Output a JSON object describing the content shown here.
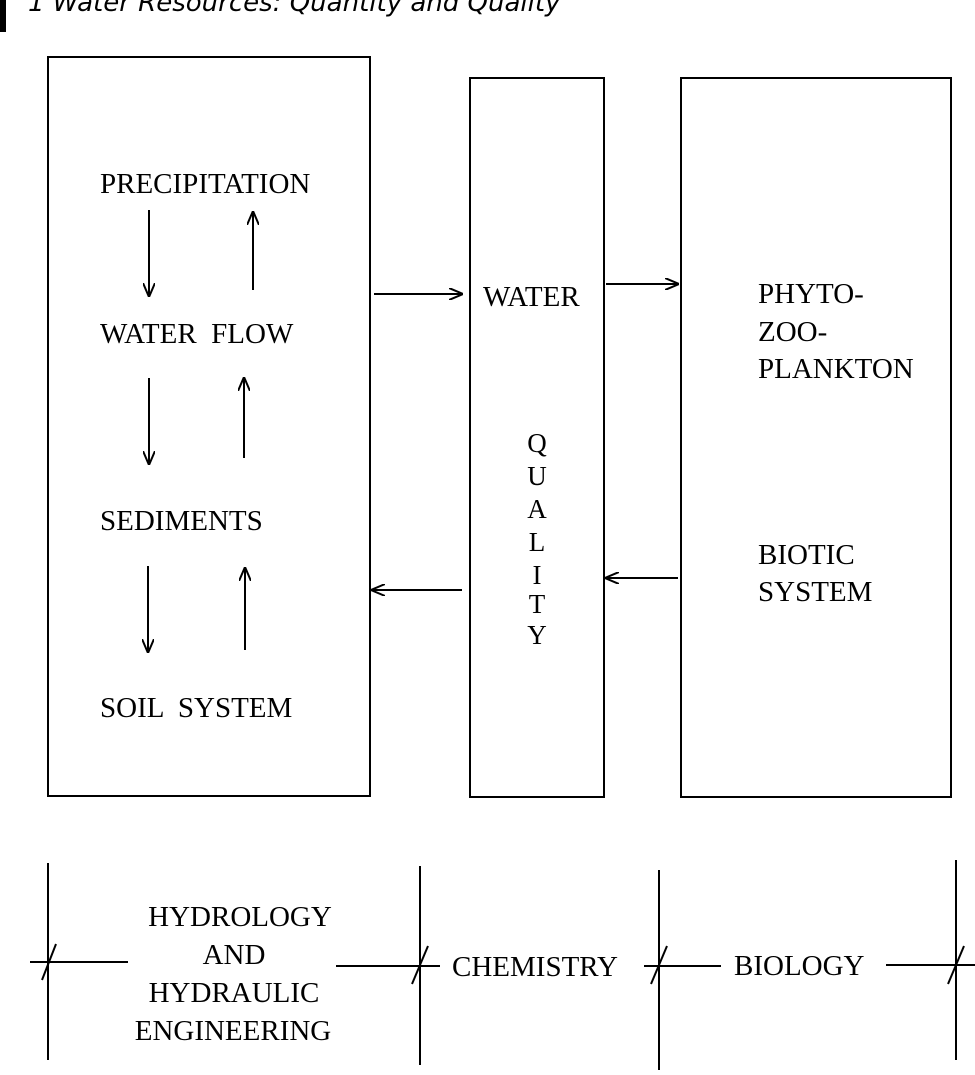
{
  "header": {
    "text": "1 Water Resources: Quantity and Quality"
  },
  "diagram": {
    "hydrology_box": {
      "items": [
        "PRECIPITATION",
        "WATER  FLOW",
        "SEDIMENTS",
        "SOIL  SYSTEM"
      ]
    },
    "water_box": {
      "title": "WATER",
      "vertical_letters": [
        "Q",
        "U",
        "A",
        "L",
        "I",
        "T",
        "Y"
      ]
    },
    "biotic_box": {
      "lines_top": [
        "PHYTO-",
        "ZOO-",
        "PLANKTON"
      ],
      "lines_bottom": [
        "BIOTIC",
        "SYSTEM"
      ]
    },
    "disciplines": {
      "hydrology": [
        "HYDROLOGY",
        "AND",
        "HYDRAULIC",
        "ENGINEERING"
      ],
      "chemistry": "CHEMISTRY",
      "biology": "BIOLOGY"
    }
  }
}
